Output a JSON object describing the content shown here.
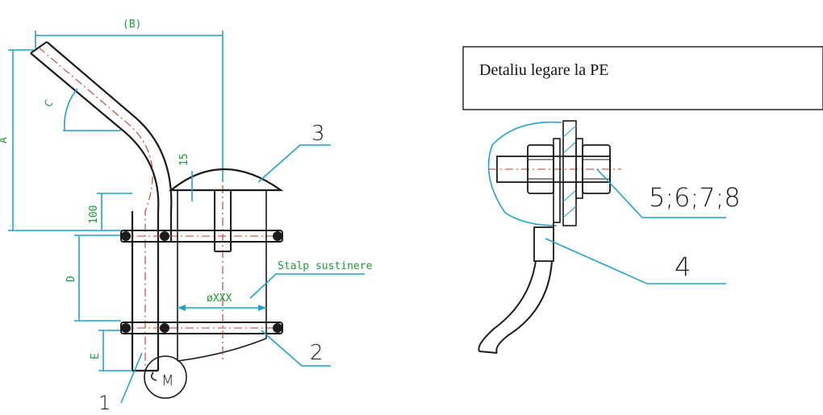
{
  "left_drawing": {
    "dimensions": {
      "b": "(B)",
      "a": "A",
      "c": "C",
      "height_15": "15",
      "height_100": "100",
      "d": "D",
      "e": "E",
      "diameter": "øXXX"
    },
    "labels": {
      "stalp": "Stalp sustinere",
      "detail_circle": "M"
    },
    "callouts": {
      "item_1": "1",
      "item_2": "2",
      "item_3": "3"
    }
  },
  "detail": {
    "title": "Detaliu legare la PE",
    "callouts": {
      "hardware": "5;6;7;8",
      "item_4": "4"
    }
  },
  "colors": {
    "dimension_line": "#1fa3c9",
    "centerline": "#c0392b",
    "label_text": "#1e9a3a",
    "ink": "#1a1a1a"
  }
}
